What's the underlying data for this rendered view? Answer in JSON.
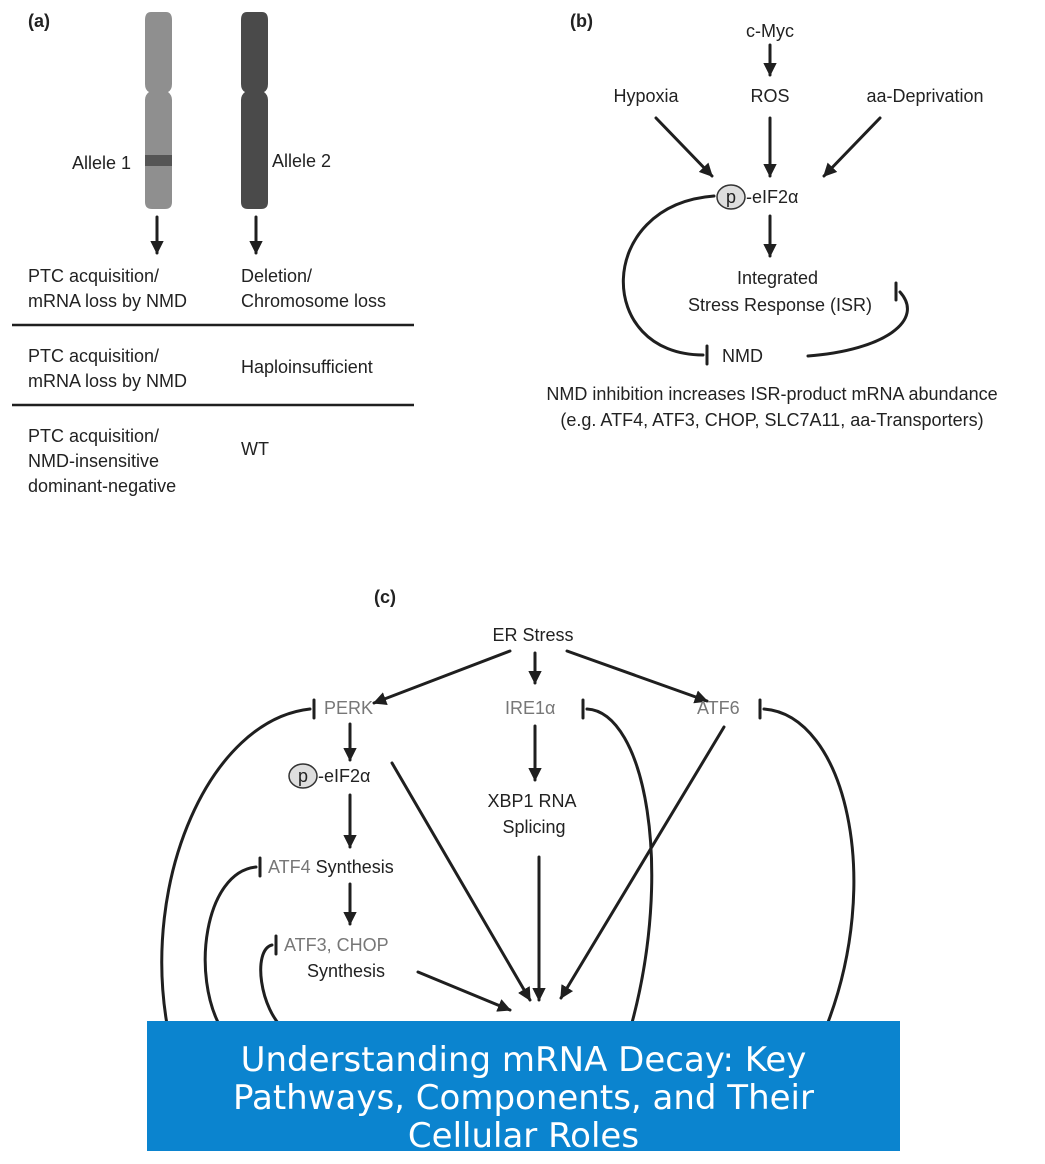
{
  "panel_a": {
    "label": "(a)",
    "allele1": "Allele 1",
    "allele2": "Allele 2",
    "rows": [
      {
        "left": [
          "PTC acquisition/",
          "mRNA loss by NMD"
        ],
        "right": [
          "Deletion/",
          "Chromosome loss"
        ]
      },
      {
        "left": [
          "PTC acquisition/",
          "mRNA loss by NMD"
        ],
        "right": [
          "Haploinsufficient"
        ]
      },
      {
        "left": [
          "PTC acquisition/",
          "NMD-insensitive",
          "dominant-negative"
        ],
        "right": [
          "WT"
        ]
      }
    ],
    "colors": {
      "allele1": "#8f8f8f",
      "allele2": "#4a4a4a"
    }
  },
  "panel_b": {
    "label": "(b)",
    "cmyc": "c-Myc",
    "hypoxia": "Hypoxia",
    "ros": "ROS",
    "aa_deprivation": "aa-Deprivation",
    "p": "p",
    "eif2a": "-eIF2α",
    "isr_line1": "Integrated",
    "isr_line2": "Stress Response (ISR)",
    "nmd": "NMD",
    "caption1": "NMD inhibition increases ISR-product mRNA abundance",
    "caption2": "(e.g. ATF4, ATF3, CHOP, SLC7A11, aa-Transporters)"
  },
  "panel_c": {
    "label": "(c)",
    "er_stress": "ER Stress",
    "perk": "PERK",
    "ire1a": "IRE1α",
    "atf6": "ATF6",
    "p": "p",
    "eif2a": "-eIF2α",
    "xbp1_line1": "XBP1 RNA",
    "xbp1_line2": "Splicing",
    "atf4_gene": "ATF4",
    "atf4_rest": " Synthesis",
    "atf3_gene": "ATF3, CHOP",
    "atf3_line2": "Synthesis"
  },
  "banner": {
    "title": "Understanding mRNA Decay: Key Pathways, Components, and Their Cellular Roles",
    "color": "#0b84cf"
  }
}
